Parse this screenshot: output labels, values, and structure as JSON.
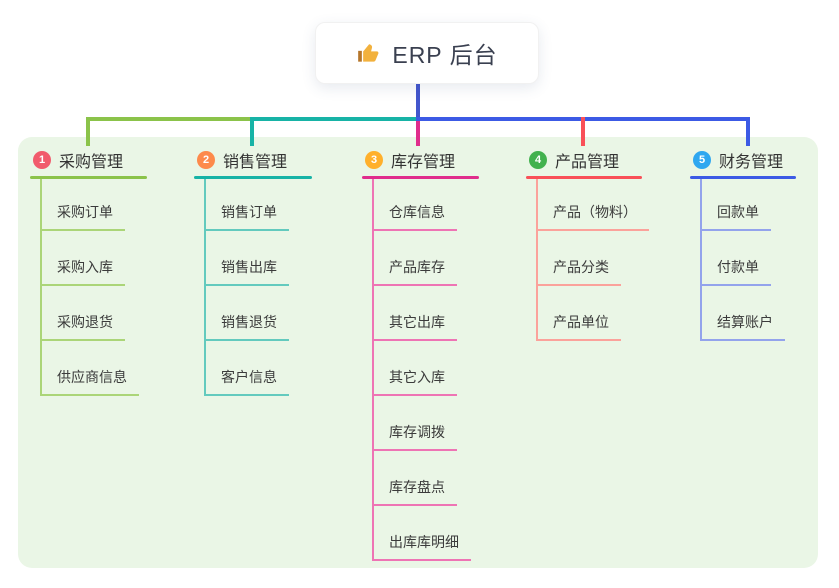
{
  "root": {
    "title": "ERP 后台",
    "icon": "thumbs-up"
  },
  "colors": {
    "canvas_bg": "#ffffff",
    "container_bg": "#eaf6e6",
    "root_line": "#4356cd",
    "root_text": "#3a4050",
    "title_text": "#333333",
    "child_text": "#3b3b3b",
    "icon_gold": "#f2b13d",
    "icon_cuff": "#b5762a"
  },
  "branches": [
    {
      "num": "1",
      "label": "采购管理",
      "badge_color": "#f15b6c",
      "line_color": "#8bc34a",
      "child_line_color": "#abd578",
      "children": [
        "采购订单",
        "采购入库",
        "采购退货",
        "供应商信息"
      ]
    },
    {
      "num": "2",
      "label": "销售管理",
      "badge_color": "#fd8a4b",
      "line_color": "#17b3a6",
      "child_line_color": "#63cabe",
      "children": [
        "销售订单",
        "销售出库",
        "销售退货",
        "客户信息"
      ]
    },
    {
      "num": "3",
      "label": "库存管理",
      "badge_color": "#ffb02b",
      "line_color": "#e02d8c",
      "child_line_color": "#ee74b4",
      "children": [
        "仓库信息",
        "产品库存",
        "其它出库",
        "其它入库",
        "库存调拨",
        "库存盘点",
        "出库库明细"
      ]
    },
    {
      "num": "4",
      "label": "产品管理",
      "badge_color": "#42b14e",
      "line_color": "#f95058",
      "child_line_color": "#fba29b",
      "children": [
        "产品（物料）",
        "产品分类",
        "产品单位"
      ]
    },
    {
      "num": "5",
      "label": "财务管理",
      "badge_color": "#2fa7f0",
      "line_color": "#3c5ae5",
      "child_line_color": "#93a3ec",
      "children": [
        "回款单",
        "付款单",
        "结算账户"
      ]
    }
  ]
}
